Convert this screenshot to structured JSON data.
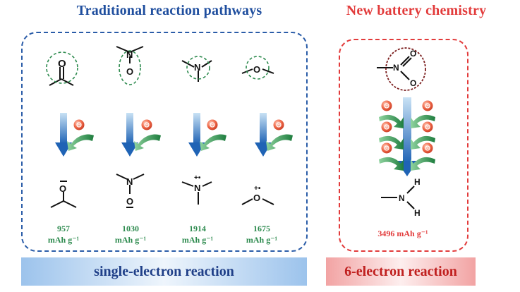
{
  "titles": {
    "left": "Traditional reaction pathways",
    "right": "New battery chemistry"
  },
  "colors": {
    "blue": "#1f4e9e",
    "red": "#e23b3b",
    "green": "#2e8b4f",
    "band_left_edge": "#9cc3ec",
    "band_right_edge": "#f2a3a3"
  },
  "pathways": [
    {
      "capacity": "957",
      "unit": "mAh g⁻¹",
      "atom": "O"
    },
    {
      "capacity": "1030",
      "unit": "mAh g⁻¹",
      "atom": "N"
    },
    {
      "capacity": "1914",
      "unit": "mAh g⁻¹",
      "atom": "N"
    },
    {
      "capacity": "1675",
      "unit": "mAh g⁻¹",
      "atom": "O"
    }
  ],
  "right_capacity": "3496 mAh g⁻¹",
  "bands": {
    "left": "single-electron reaction",
    "right": "6-electron reaction"
  },
  "icons": [
    "electron-icon",
    "down-arrow-icon",
    "curved-arrow-icon"
  ]
}
